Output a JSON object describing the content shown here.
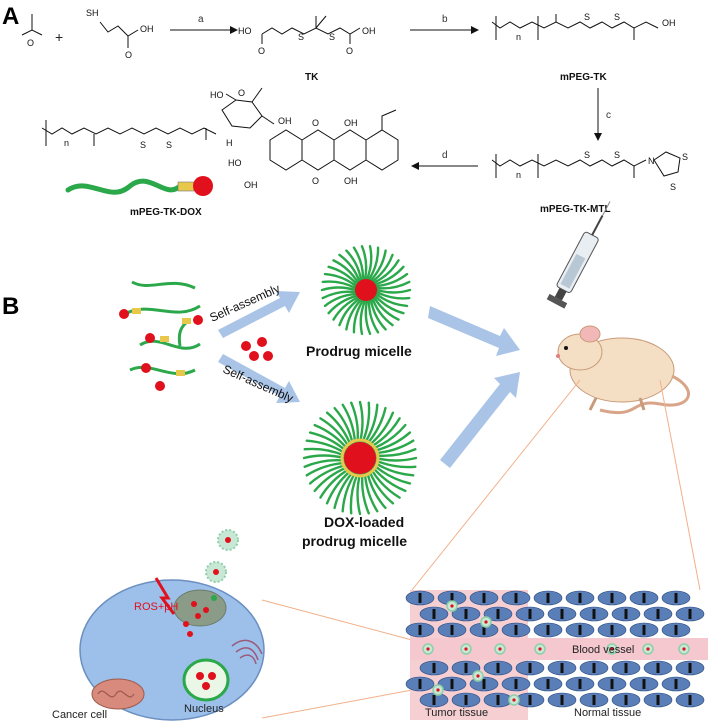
{
  "panels": {
    "a": "A",
    "b": "B"
  },
  "synthesis": {
    "step_labels": [
      "a",
      "b",
      "c",
      "d"
    ],
    "compounds": [
      "TK",
      "mPEG-TK",
      "mPEG-TK-MTL",
      "mPEG-TK-DOX"
    ],
    "atom_labels": {
      "sh": "SH",
      "oh": "OH",
      "ho": "HO",
      "s": "S",
      "n": "N",
      "nh": "H",
      "n_sub": "n"
    }
  },
  "assembly": {
    "self_assembly_top": "Self-assembly",
    "self_assembly_bottom": "Self-assembly",
    "micelle_top": "Prodrug micelle",
    "micelle_bottom_line1": "DOX-loaded",
    "micelle_bottom_line2": "prodrug micelle"
  },
  "cell": {
    "trigger": "ROS+pH",
    "nucleus": "Nucleus",
    "cell_label": "Cancer cell"
  },
  "tissue": {
    "vessel": "Blood vessel",
    "tumor": "Tumor tissue",
    "normal": "Normal tissue"
  },
  "colors": {
    "peg_chain": "#2aa84a",
    "dox": "#e0101c",
    "linker": "#e8c84a",
    "arrow": "#a9c4e6",
    "cell": "#9cc0ea",
    "tumor_bg": "#f6cfd3",
    "vessel": "#f5c8cf",
    "cell_oval": "#5a7fb8"
  }
}
